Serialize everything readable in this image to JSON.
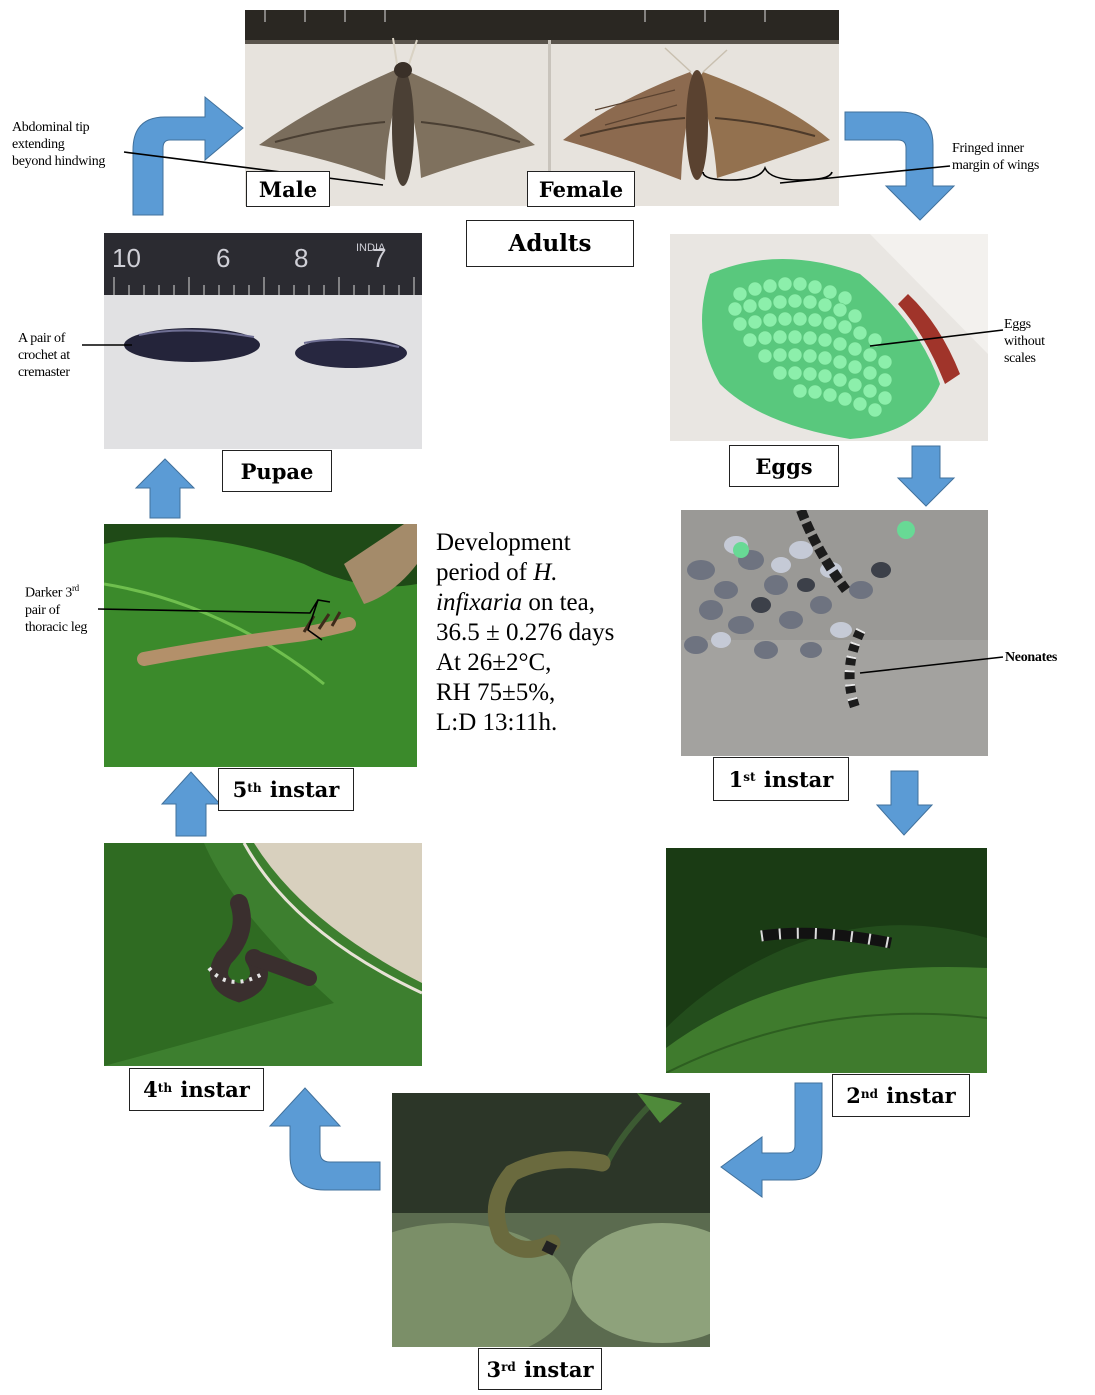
{
  "stages": {
    "male": "Male",
    "female": "Female",
    "adults": "Adults",
    "eggs": "Eggs",
    "first_instar": {
      "num": "1",
      "sup": "st",
      "rest": " instar"
    },
    "second_instar": {
      "num": "2",
      "sup": "nd",
      "rest": " instar"
    },
    "third_instar": {
      "num": "3",
      "sup": "rd",
      "rest": " instar"
    },
    "fourth_instar": {
      "num": "4",
      "sup": "th",
      "rest": " instar"
    },
    "fifth_instar": {
      "num": "5",
      "sup": "th",
      "rest": " instar"
    },
    "pupae": "Pupae"
  },
  "annotations": {
    "abdominal_tip": [
      "Abdominal tip",
      "extending",
      "beyond hindwing"
    ],
    "fringed_margin": [
      "Fringed inner",
      "margin of wings"
    ],
    "eggs_without_scales": [
      "Eggs",
      "without",
      "scales"
    ],
    "neonates": "Neonates",
    "crochet": [
      "A pair of",
      "crochet at",
      "cremaster"
    ],
    "thoracic_leg_prefix": "Darker 3",
    "thoracic_leg_sup": "rd",
    "thoracic_leg_rest": [
      "pair of",
      "thoracic leg"
    ]
  },
  "description": {
    "line1": "Development",
    "line2_pre": "period of ",
    "line2_italic": "H.",
    "line3_italic": "infixaria",
    "line3_post": " on tea,",
    "line4": "36.5 ± 0.276 days",
    "line5": "At 26±2°C,",
    "line6": "RH 75±5%,",
    "line7": "L:D 13:11h."
  },
  "ruler_numbers": [
    "10",
    "6",
    "8",
    "7"
  ],
  "ruler_brand": "INDIA",
  "colors": {
    "arrow_fill": "#5b9bd5",
    "arrow_stroke": "#41719c",
    "egg_green": "#7fe59a",
    "leaf_green": "#2f6b22"
  }
}
